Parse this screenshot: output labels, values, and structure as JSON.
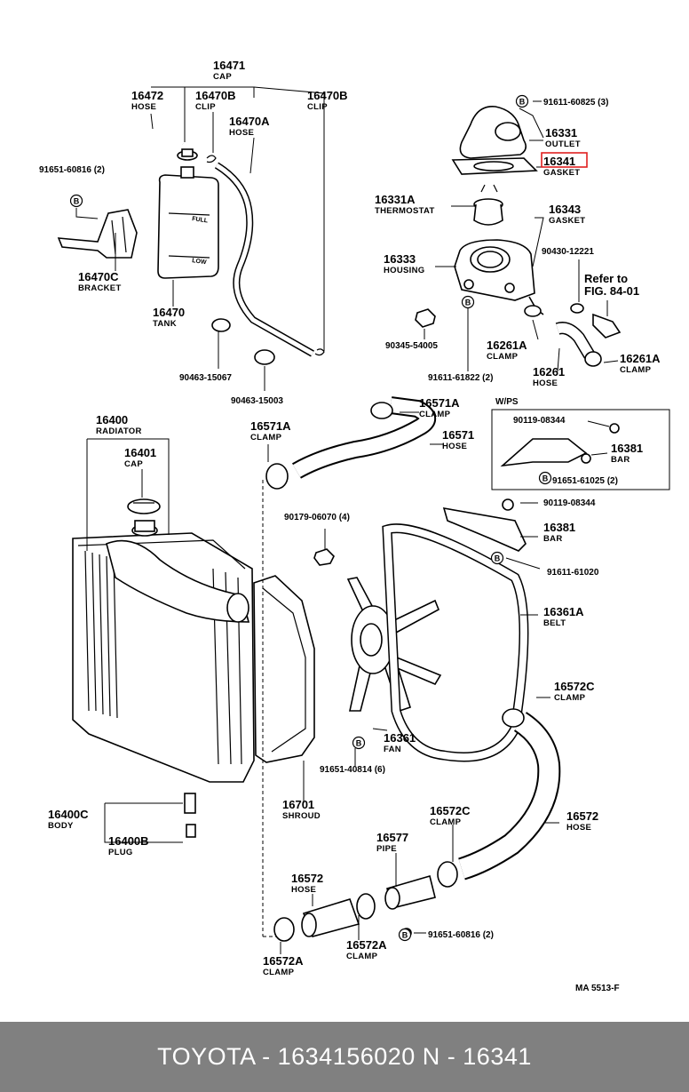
{
  "callouts": [
    {
      "part": "16471",
      "desc": "CAP"
    },
    {
      "part": "16472",
      "desc": "HOSE"
    },
    {
      "part": "16470B",
      "desc": "CLIP"
    },
    {
      "part": "16470A",
      "desc": "HOSE"
    },
    {
      "part": "16470B",
      "desc": "CLIP"
    },
    {
      "part": "91651-60816 (2)",
      "desc": ""
    },
    {
      "part": "16470C",
      "desc": "BRACKET"
    },
    {
      "part": "16470",
      "desc": "TANK"
    },
    {
      "part": "90463-15067",
      "desc": ""
    },
    {
      "part": "90463-15003",
      "desc": ""
    },
    {
      "part": "91611-60825 (3)",
      "desc": ""
    },
    {
      "part": "16331",
      "desc": "OUTLET"
    },
    {
      "part": "16341",
      "desc": "GASKET"
    },
    {
      "part": "16331A",
      "desc": "THERMOSTAT"
    },
    {
      "part": "16343",
      "desc": "GASKET"
    },
    {
      "part": "16333",
      "desc": "HOUSING"
    },
    {
      "part": "90430-12221",
      "desc": ""
    },
    {
      "part": "Refer to",
      "desc": "FIG. 84-01"
    },
    {
      "part": "90345-54005",
      "desc": ""
    },
    {
      "part": "16261A",
      "desc": "CLAMP"
    },
    {
      "part": "91611-61822 (2)",
      "desc": ""
    },
    {
      "part": "16261",
      "desc": "HOSE"
    },
    {
      "part": "16261A",
      "desc": "CLAMP"
    },
    {
      "part": "16571A",
      "desc": "CLAMP"
    },
    {
      "part": "16571A",
      "desc": "CLAMP"
    },
    {
      "part": "16571",
      "desc": "HOSE"
    },
    {
      "part": "16400",
      "desc": "RADIATOR"
    },
    {
      "part": "16401",
      "desc": "CAP"
    },
    {
      "part": "90179-06070 (4)",
      "desc": ""
    },
    {
      "part": "90119-08344",
      "desc": ""
    },
    {
      "part": "16381",
      "desc": "BAR"
    },
    {
      "part": "91651-61025 (2)",
      "desc": ""
    },
    {
      "part": "90119-08344",
      "desc": ""
    },
    {
      "part": "16381",
      "desc": "BAR"
    },
    {
      "part": "91611-61020",
      "desc": ""
    },
    {
      "part": "16361A",
      "desc": "BELT"
    },
    {
      "part": "16572C",
      "desc": "CLAMP"
    },
    {
      "part": "16361",
      "desc": "FAN"
    },
    {
      "part": "91651-40814 (6)",
      "desc": ""
    },
    {
      "part": "16701",
      "desc": "SHROUD"
    },
    {
      "part": "16400C",
      "desc": "BODY"
    },
    {
      "part": "16400B",
      "desc": "PLUG"
    },
    {
      "part": "16572C",
      "desc": "CLAMP"
    },
    {
      "part": "16577",
      "desc": "PIPE"
    },
    {
      "part": "16572",
      "desc": "HOSE"
    },
    {
      "part": "16572",
      "desc": "HOSE"
    },
    {
      "part": "16572A",
      "desc": "CLAMP"
    },
    {
      "part": "91651-60816 (2)",
      "desc": ""
    },
    {
      "part": "16572A",
      "desc": "CLAMP"
    }
  ],
  "bolt_marker": "B",
  "wps_label": "W/PS",
  "highlight_color": "#e02020",
  "diagram_code": "MA  5513-F",
  "footer": {
    "text": "TOYOTA - 1634156020      N - 16341"
  }
}
